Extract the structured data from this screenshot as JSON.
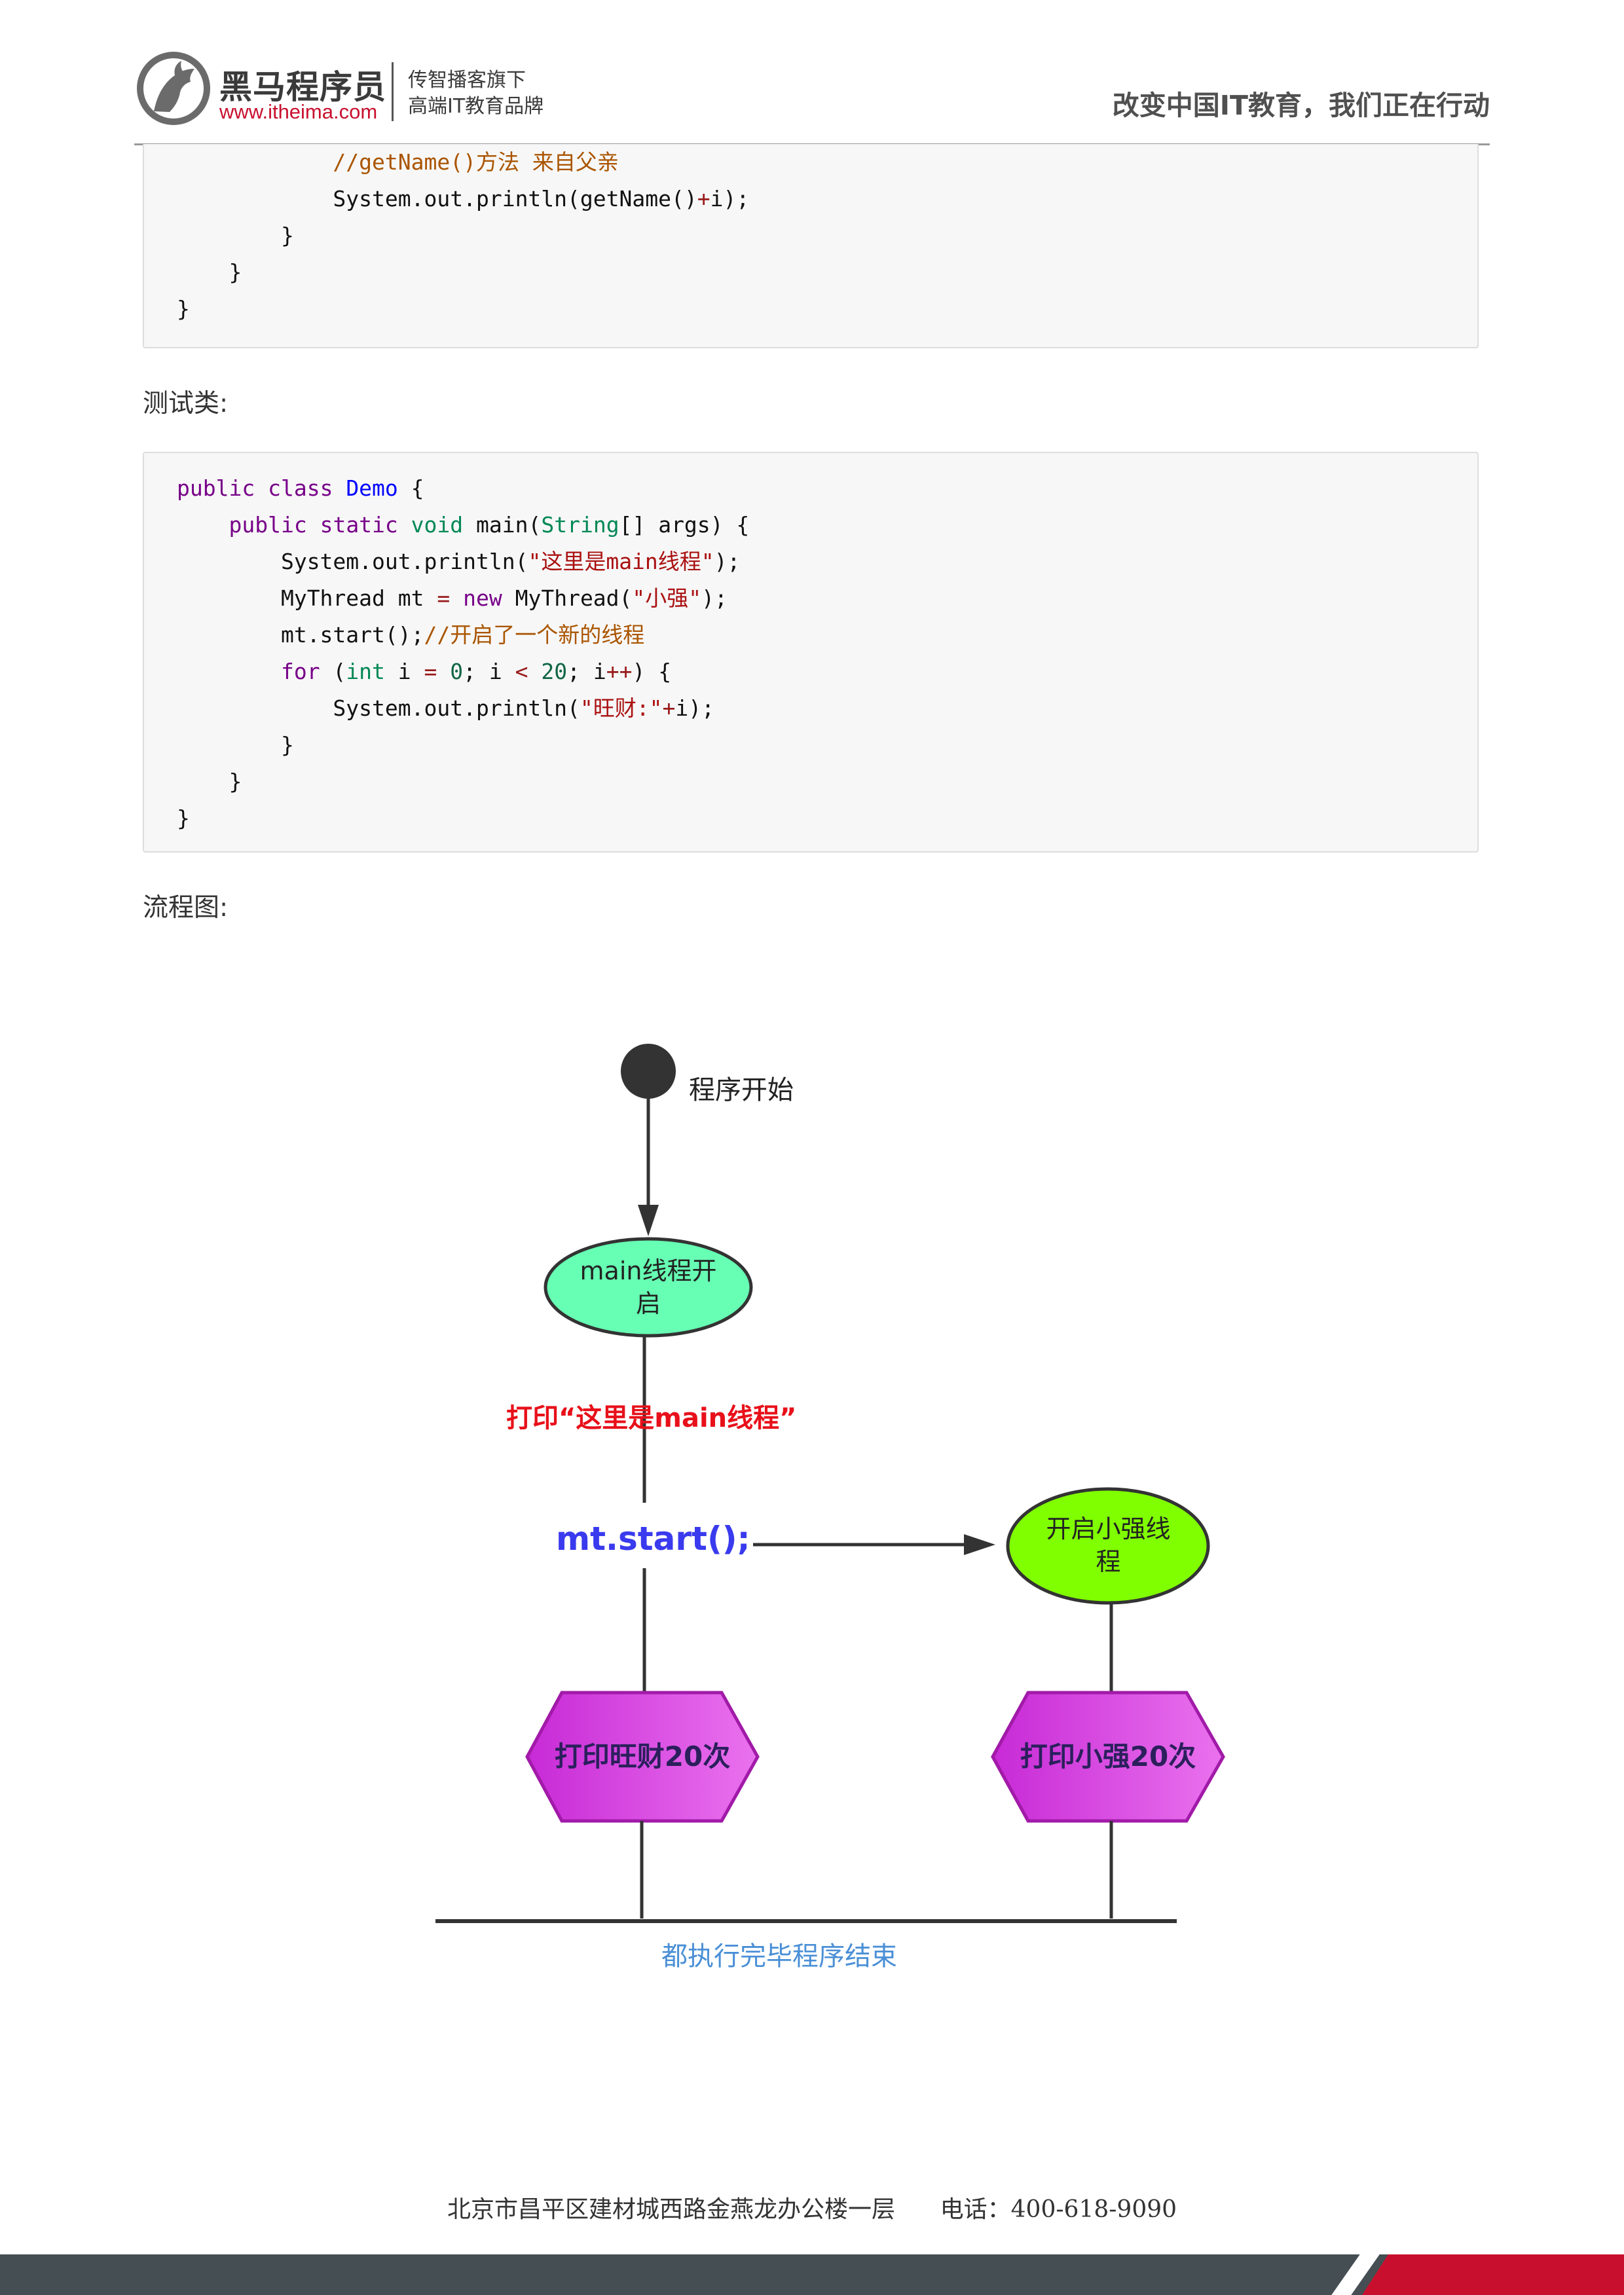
{
  "header": {
    "brand_name": "黑马程序员",
    "brand_url": "www.itheima.com",
    "tagline_1": "传智播客旗下",
    "tagline_2": "高端IT教育品牌",
    "slogan": "改变中国IT教育，我们正在行动",
    "logo_icon": "horse-logo-icon"
  },
  "code_top": {
    "lines": [
      {
        "indent": "            ",
        "parts": [
          {
            "t": "//getName()方法 来自父亲",
            "c": "cm"
          }
        ]
      },
      {
        "indent": "            ",
        "parts": [
          {
            "t": "System.out.println(getName()",
            "c": ""
          },
          {
            "t": "+",
            "c": "op"
          },
          {
            "t": "i);",
            "c": ""
          }
        ]
      },
      {
        "indent": "        ",
        "parts": [
          {
            "t": "}",
            "c": ""
          }
        ]
      },
      {
        "indent": "    ",
        "parts": [
          {
            "t": "}",
            "c": ""
          }
        ]
      },
      {
        "indent": "",
        "parts": [
          {
            "t": "}",
            "c": ""
          }
        ]
      }
    ]
  },
  "label_test_class": "测试类:",
  "code_main": {
    "lines": [
      {
        "indent": "",
        "parts": [
          {
            "t": "public",
            "c": "kw"
          },
          {
            "t": " ",
            "c": ""
          },
          {
            "t": "class",
            "c": "kw"
          },
          {
            "t": " ",
            "c": ""
          },
          {
            "t": "Demo",
            "c": "cls"
          },
          {
            "t": " {",
            "c": ""
          }
        ]
      },
      {
        "indent": "    ",
        "parts": [
          {
            "t": "public",
            "c": "kw"
          },
          {
            "t": " ",
            "c": ""
          },
          {
            "t": "static",
            "c": "kw"
          },
          {
            "t": " ",
            "c": ""
          },
          {
            "t": "void",
            "c": "ty"
          },
          {
            "t": " main(",
            "c": ""
          },
          {
            "t": "String",
            "c": "ty"
          },
          {
            "t": "[] args) {",
            "c": ""
          }
        ]
      },
      {
        "indent": "        ",
        "parts": [
          {
            "t": "System.out.println(",
            "c": ""
          },
          {
            "t": "\"这里是main线程\"",
            "c": "str"
          },
          {
            "t": ");",
            "c": ""
          }
        ]
      },
      {
        "indent": "        ",
        "parts": [
          {
            "t": "MyThread mt ",
            "c": ""
          },
          {
            "t": "=",
            "c": "op"
          },
          {
            "t": " ",
            "c": ""
          },
          {
            "t": "new",
            "c": "kw"
          },
          {
            "t": " MyThread(",
            "c": ""
          },
          {
            "t": "\"小强\"",
            "c": "str"
          },
          {
            "t": ");",
            "c": ""
          }
        ]
      },
      {
        "indent": "        ",
        "parts": [
          {
            "t": "mt.start();",
            "c": ""
          },
          {
            "t": "//开启了一个新的线程",
            "c": "cm"
          }
        ]
      },
      {
        "indent": "        ",
        "parts": [
          {
            "t": "for",
            "c": "kw"
          },
          {
            "t": " (",
            "c": ""
          },
          {
            "t": "int",
            "c": "ty"
          },
          {
            "t": " i ",
            "c": ""
          },
          {
            "t": "=",
            "c": "op"
          },
          {
            "t": " ",
            "c": ""
          },
          {
            "t": "0",
            "c": "num"
          },
          {
            "t": "; i ",
            "c": ""
          },
          {
            "t": "<",
            "c": "op"
          },
          {
            "t": " ",
            "c": ""
          },
          {
            "t": "20",
            "c": "num"
          },
          {
            "t": "; i",
            "c": ""
          },
          {
            "t": "++",
            "c": "op"
          },
          {
            "t": ") {",
            "c": ""
          }
        ]
      },
      {
        "indent": "            ",
        "parts": [
          {
            "t": "System.out.println(",
            "c": ""
          },
          {
            "t": "\"旺财:\"",
            "c": "str"
          },
          {
            "t": "+",
            "c": "op"
          },
          {
            "t": "i);",
            "c": ""
          }
        ]
      },
      {
        "indent": "        ",
        "parts": [
          {
            "t": "}",
            "c": ""
          }
        ]
      },
      {
        "indent": "    ",
        "parts": [
          {
            "t": "}",
            "c": ""
          }
        ]
      },
      {
        "indent": "",
        "parts": [
          {
            "t": "}",
            "c": ""
          }
        ]
      }
    ]
  },
  "label_flowchart": "流程图:",
  "flowchart": {
    "start_label": "程序开始",
    "main_node_line1": "main线程开",
    "main_node_line2": "启",
    "print_main_label": "打印“这里是main线程”",
    "start_call_label": "mt.start();",
    "new_thread_line1": "开启小强线",
    "new_thread_line2": "程",
    "hex_left": "打印旺财20次",
    "hex_right": "打印小强20次",
    "end_label": "都执行完毕程序结束",
    "colors": {
      "main_node": "#66ffb3",
      "new_thread_node": "#80ff00",
      "hexagon": "#d63ae0",
      "print_label": "#e8101a",
      "call_label": "#3a3aee",
      "end_label": "#4a8fd6"
    }
  },
  "footer": {
    "address": "北京市昌平区建材城西路金燕龙办公楼一层",
    "phone": "电话：400-618-9090"
  }
}
